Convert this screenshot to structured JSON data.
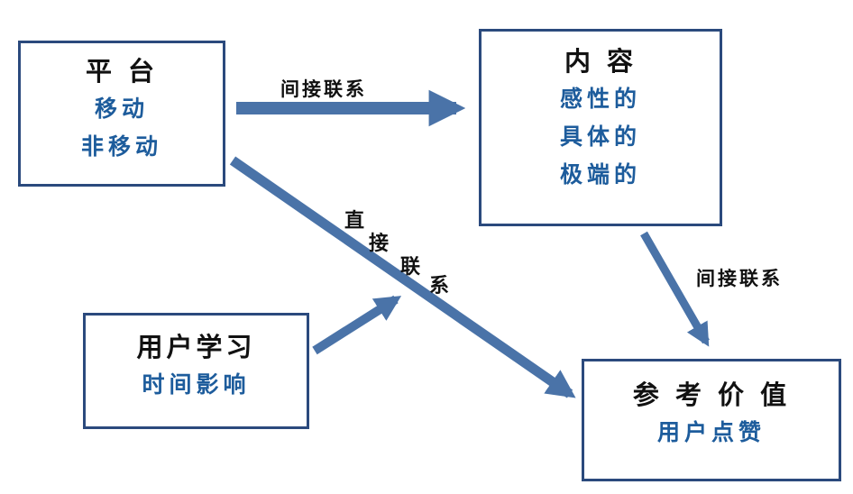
{
  "colors": {
    "arrow": "#4a73a8",
    "box_border": "#2b4a7d",
    "blue_text": "#1d5c9c",
    "black_text": "#111111"
  },
  "boxes": {
    "platform": {
      "title": "平 台",
      "items": [
        "移动",
        "非移动"
      ]
    },
    "content": {
      "title": "内 容",
      "items": [
        "感性的",
        "具体的",
        "极端的"
      ]
    },
    "user_learning": {
      "title": "用户学习",
      "items": [
        "时间影响"
      ]
    },
    "reference_value": {
      "title": "参 考 价 值",
      "items": [
        "用户点赞"
      ]
    }
  },
  "edges": [
    {
      "id": "platform-to-content",
      "from": "platform",
      "to": "content",
      "label": "间接联系"
    },
    {
      "id": "platform-to-reference",
      "from": "platform",
      "to": "reference_value",
      "label": "直接联系",
      "label_chars": [
        "直",
        "接",
        "联",
        "系"
      ]
    },
    {
      "id": "content-to-reference",
      "from": "content",
      "to": "reference_value",
      "label": "间接联系"
    },
    {
      "id": "learning-moderator",
      "from": "user_learning",
      "to": "platform-to-reference-arrow",
      "label": ""
    }
  ]
}
